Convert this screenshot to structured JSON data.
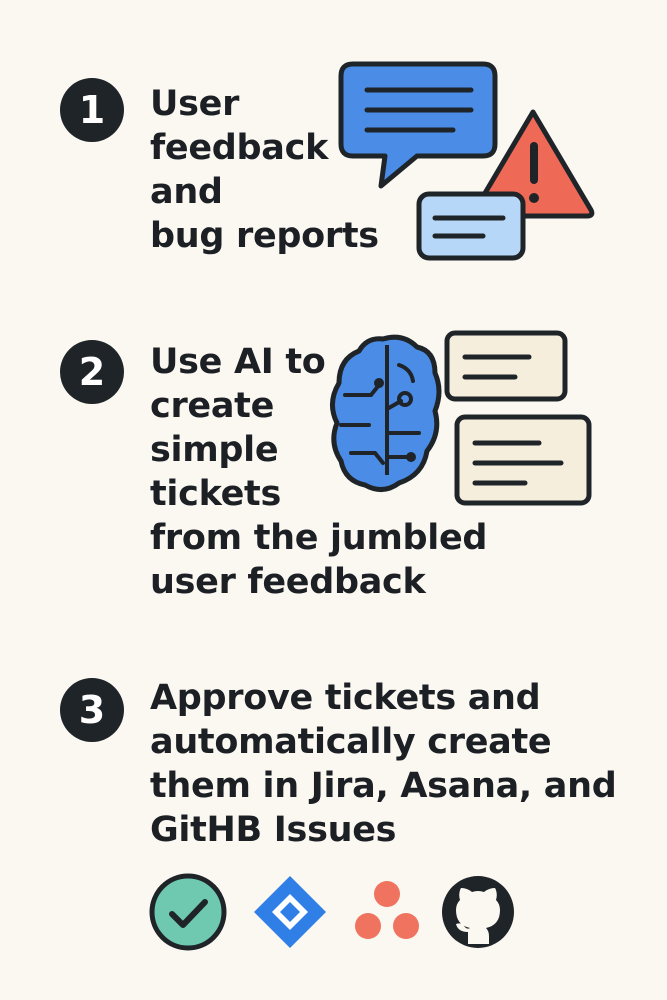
{
  "steps": [
    {
      "number": "1",
      "lines": [
        "User",
        "feedback",
        "and",
        "bug reports"
      ]
    },
    {
      "number": "2",
      "lines": [
        "Use AI to",
        "create",
        "simple",
        "tickets",
        "from the jumbled",
        "user feedback"
      ]
    },
    {
      "number": "3",
      "lines": [
        "Approve tickets and",
        "automatically create",
        "them in Jira, Asana, and",
        "GitHB Issues"
      ]
    }
  ],
  "illustrations": {
    "step1": [
      "chat-bubble-icon",
      "warning-icon",
      "message-card-icon"
    ],
    "step2": [
      "ai-brain-icon",
      "ticket-card-icon",
      "ticket-card-icon"
    ]
  },
  "logos": [
    "check-icon",
    "jira-logo",
    "asana-logo",
    "github-logo"
  ],
  "colors": {
    "background": "#fbf8f2",
    "text": "#1c2025",
    "accent_blue": "#4a8ce6",
    "light_blue": "#b6d7f7",
    "warning_red": "#ef6a56",
    "cream": "#f5eedd",
    "check_green": "#6fc9b0",
    "jira_blue": "#2f7fe6",
    "asana_coral": "#f0735f",
    "github_dark": "#1f2429"
  }
}
